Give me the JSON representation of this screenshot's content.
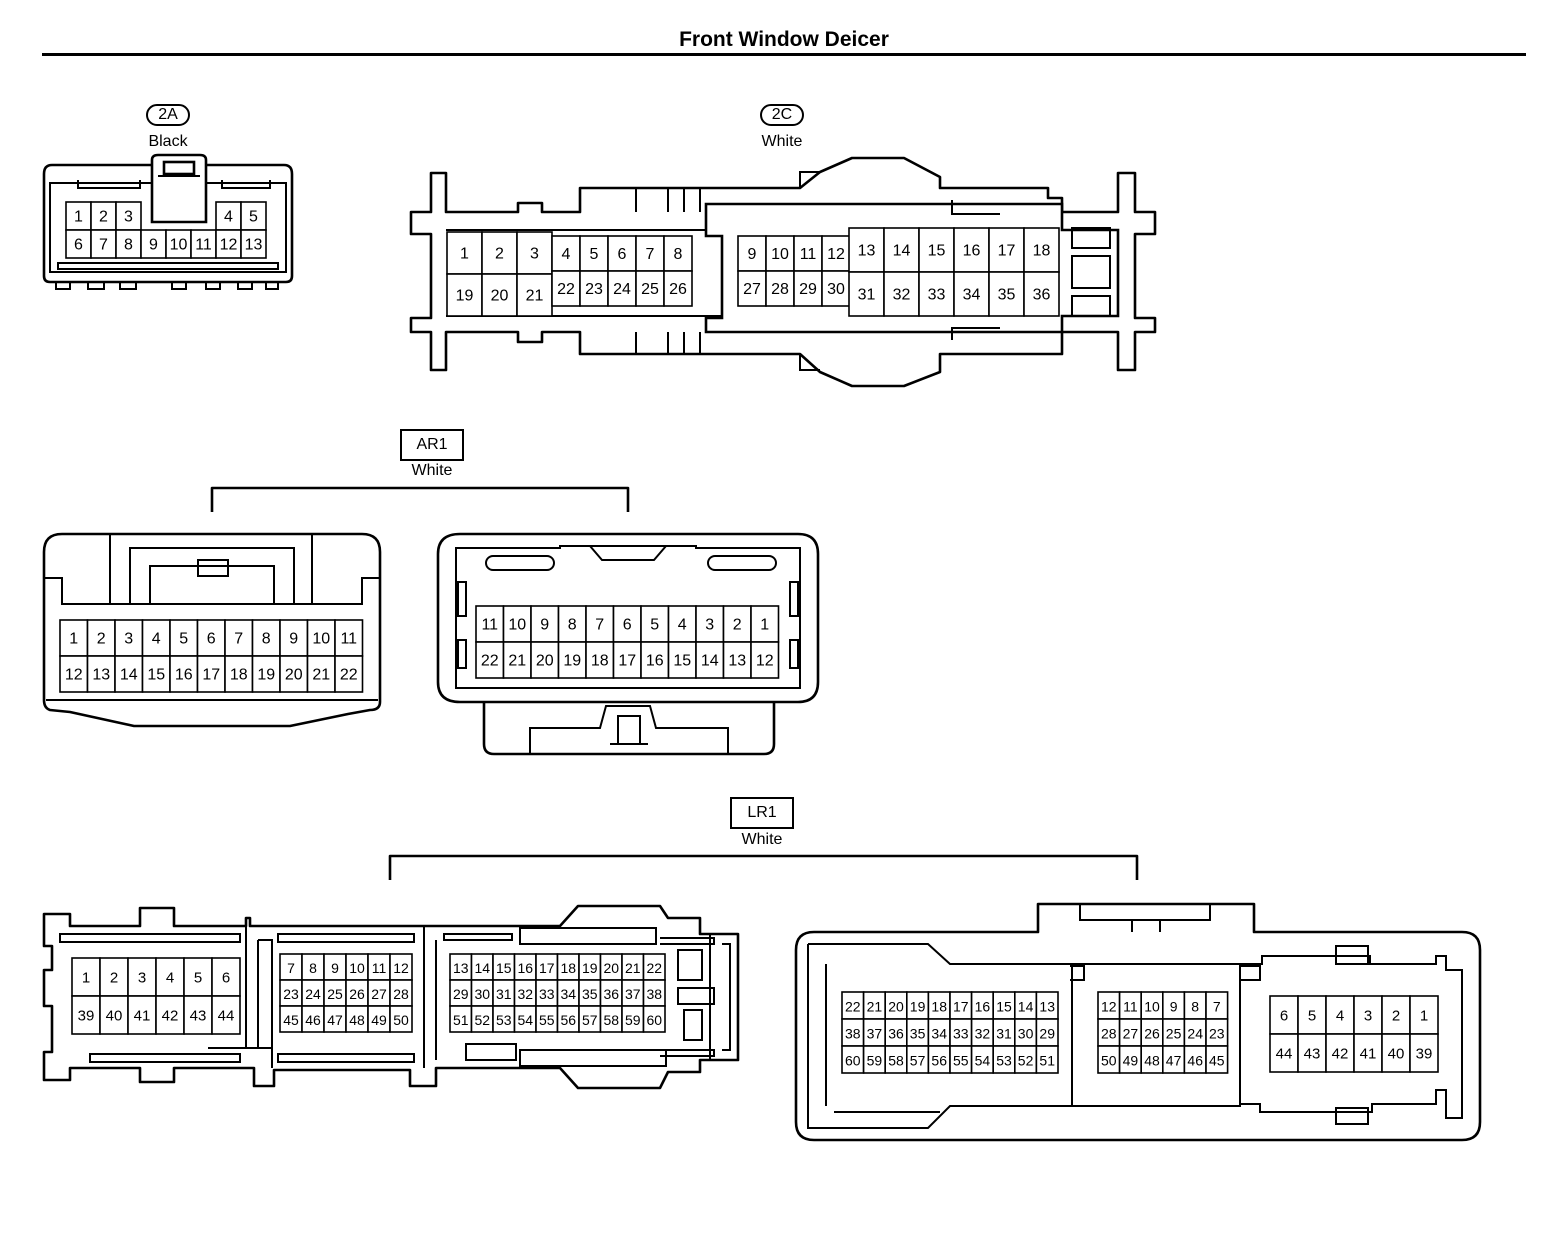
{
  "title": "Front Window Deicer",
  "connectors": {
    "c2a": {
      "code": "2A",
      "color": "Black",
      "rows": [
        [
          "1",
          "2",
          "3",
          "",
          "",
          "",
          "4",
          "5"
        ],
        [
          "6",
          "7",
          "8",
          "9",
          "10",
          "11",
          "12",
          "13"
        ]
      ]
    },
    "c2c": {
      "code": "2C",
      "color": "White",
      "left": [
        [
          "1",
          "2",
          "3"
        ],
        [
          "19",
          "20",
          "21"
        ]
      ],
      "mid": [
        [
          "4",
          "5",
          "6",
          "7",
          "8"
        ],
        [
          "22",
          "23",
          "24",
          "25",
          "26"
        ]
      ],
      "right_small": [
        [
          "9",
          "10",
          "11",
          "12"
        ],
        [
          "27",
          "28",
          "29",
          "30"
        ]
      ],
      "right": [
        [
          "13",
          "14",
          "15",
          "16",
          "17",
          "18"
        ],
        [
          "31",
          "32",
          "33",
          "34",
          "35",
          "36"
        ]
      ]
    },
    "ar1": {
      "code": "AR1",
      "color": "White",
      "left": [
        [
          "1",
          "2",
          "3",
          "4",
          "5",
          "6",
          "7",
          "8",
          "9",
          "10",
          "11"
        ],
        [
          "12",
          "13",
          "14",
          "15",
          "16",
          "17",
          "18",
          "19",
          "20",
          "21",
          "22"
        ]
      ],
      "right": [
        [
          "11",
          "10",
          "9",
          "8",
          "7",
          "6",
          "5",
          "4",
          "3",
          "2",
          "1"
        ],
        [
          "22",
          "21",
          "20",
          "19",
          "18",
          "17",
          "16",
          "15",
          "14",
          "13",
          "12"
        ]
      ]
    },
    "lr1": {
      "code": "LR1",
      "color": "White",
      "male_a": [
        [
          "1",
          "2",
          "3",
          "4",
          "5",
          "6"
        ],
        [
          "39",
          "40",
          "41",
          "42",
          "43",
          "44"
        ]
      ],
      "male_b": [
        [
          "7",
          "8",
          "9",
          "10",
          "11",
          "12"
        ],
        [
          "23",
          "24",
          "25",
          "26",
          "27",
          "28"
        ],
        [
          "45",
          "46",
          "47",
          "48",
          "49",
          "50"
        ]
      ],
      "male_c": [
        [
          "13",
          "14",
          "15",
          "16",
          "17",
          "18",
          "19",
          "20",
          "21",
          "22"
        ],
        [
          "29",
          "30",
          "31",
          "32",
          "33",
          "34",
          "35",
          "36",
          "37",
          "38"
        ],
        [
          "51",
          "52",
          "53",
          "54",
          "55",
          "56",
          "57",
          "58",
          "59",
          "60"
        ]
      ],
      "female_a": [
        [
          "22",
          "21",
          "20",
          "19",
          "18",
          "17",
          "16",
          "15",
          "14",
          "13"
        ],
        [
          "38",
          "37",
          "36",
          "35",
          "34",
          "33",
          "32",
          "31",
          "30",
          "29"
        ],
        [
          "60",
          "59",
          "58",
          "57",
          "56",
          "55",
          "54",
          "53",
          "52",
          "51"
        ]
      ],
      "female_b": [
        [
          "12",
          "11",
          "10",
          "9",
          "8",
          "7"
        ],
        [
          "28",
          "27",
          "26",
          "25",
          "24",
          "23"
        ],
        [
          "50",
          "49",
          "48",
          "47",
          "46",
          "45"
        ]
      ],
      "female_c": [
        [
          "6",
          "5",
          "4",
          "3",
          "2",
          "1"
        ],
        [
          "44",
          "43",
          "42",
          "41",
          "40",
          "39"
        ]
      ]
    }
  }
}
